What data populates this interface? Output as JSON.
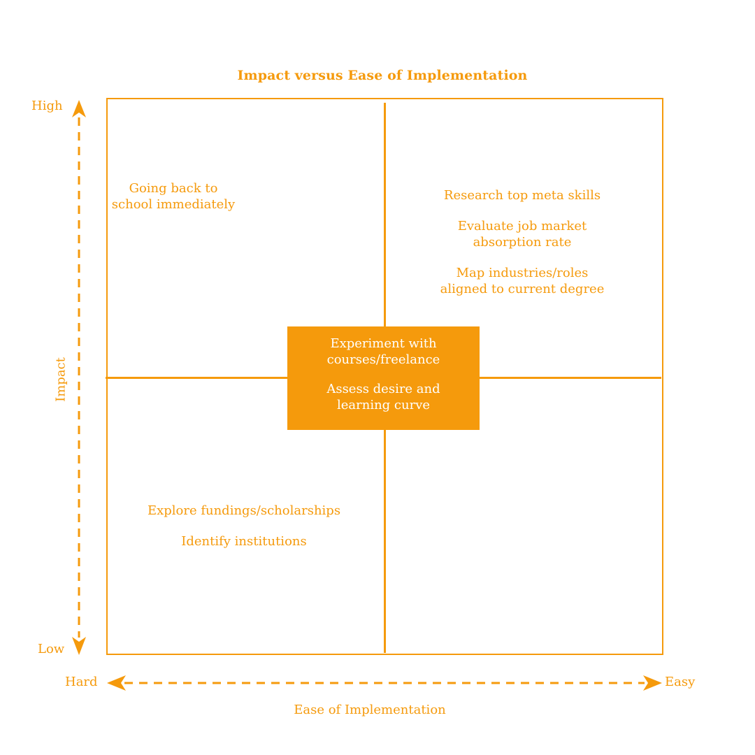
{
  "title": "Impact versus Ease of Implementation",
  "axes": {
    "y_label": "Impact",
    "y_high": "High",
    "y_low": "Low",
    "x_label": "Ease of Implementation",
    "x_low": "Hard",
    "x_high": "Easy"
  },
  "quadrants": {
    "top_left": [
      "Going back to\nschool immediately"
    ],
    "top_right": [
      "Research top meta skills",
      "Evaluate job market\nabsorption rate",
      "Map industries/roles\naligned to current degree"
    ],
    "bottom_left": [
      "Explore fundings/scholarships",
      "Identify institutions"
    ],
    "bottom_right": []
  },
  "center": [
    "Experiment with\ncourses/freelance",
    "Assess desire and\nlearning curve"
  ],
  "colors": {
    "accent": "#F59A0C",
    "center_text": "#ffffff"
  }
}
